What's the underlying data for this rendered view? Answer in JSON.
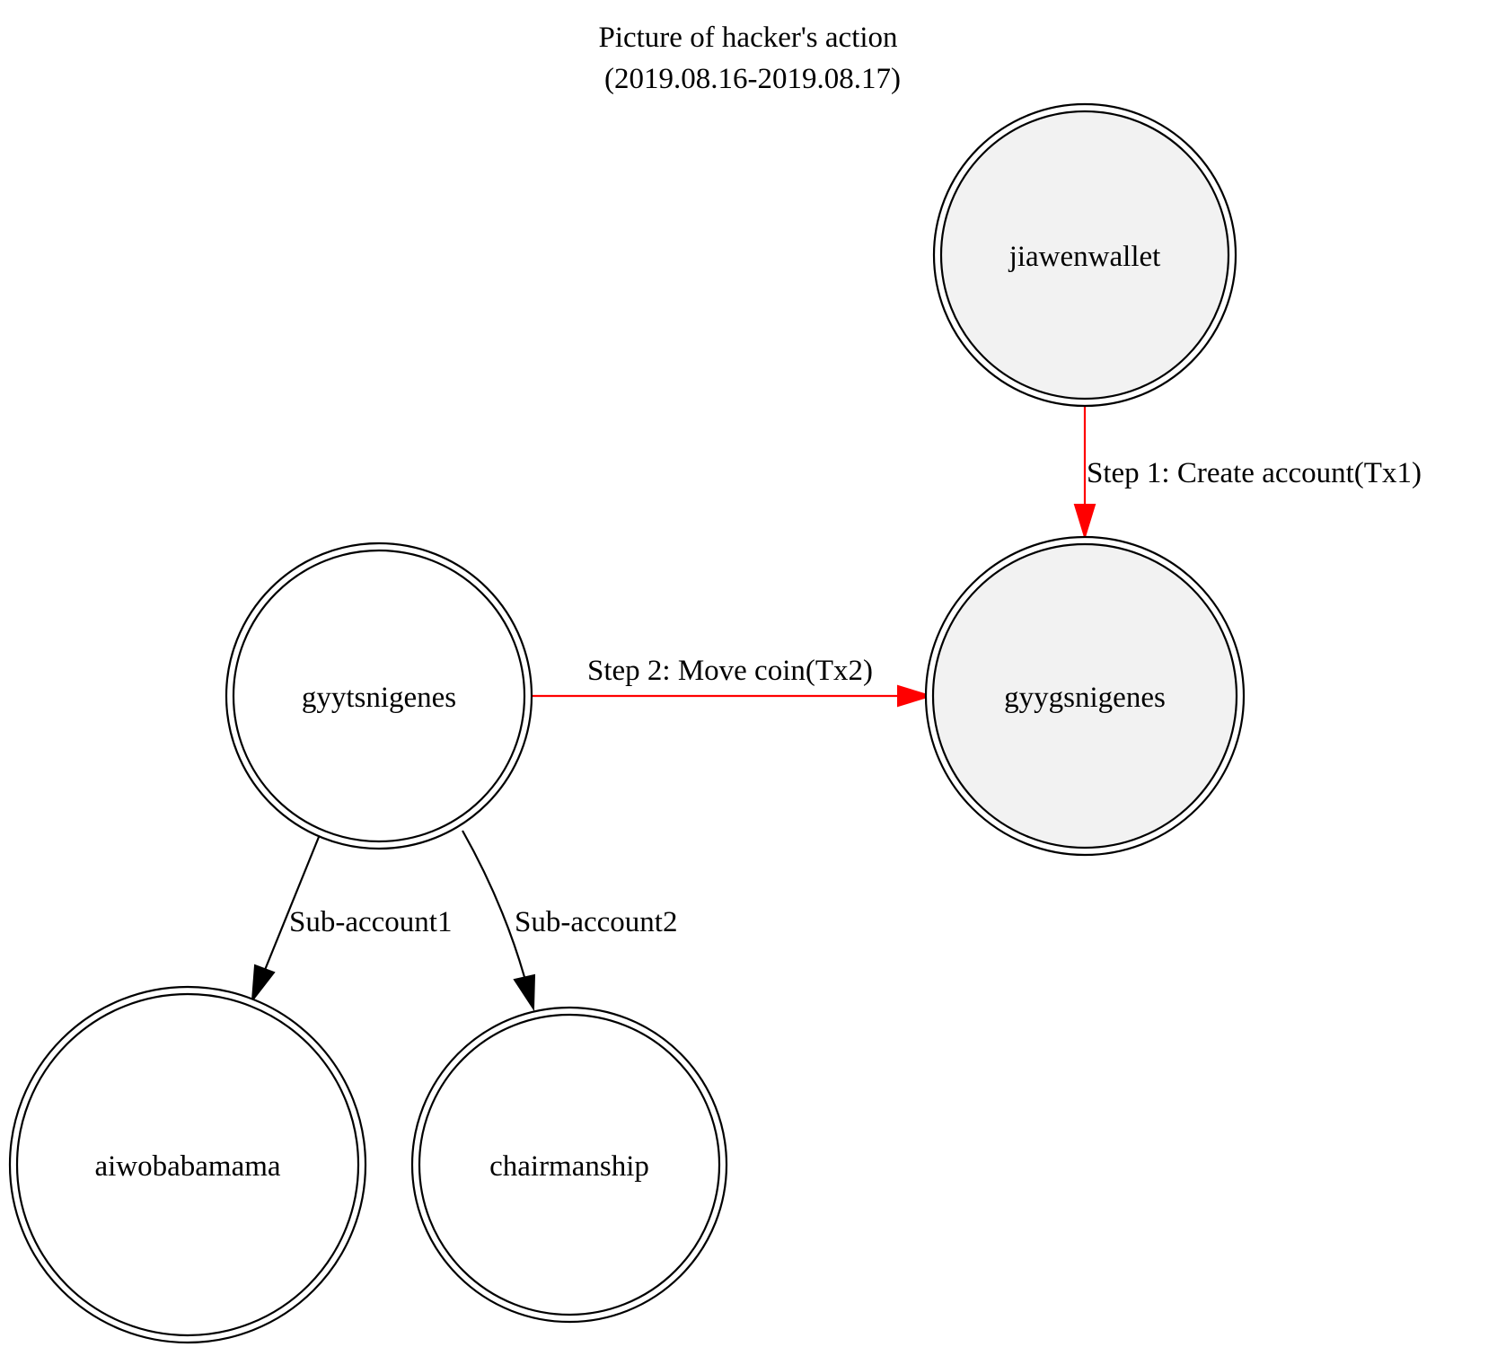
{
  "title": {
    "line1": "Picture of hacker's action",
    "line2": "(2019.08.16-2019.08.17)"
  },
  "colors": {
    "highlight_edge": "#ff0000",
    "normal_edge": "#000000",
    "filled_node": "#f2f2f2",
    "plain_node": "#ffffff"
  },
  "nodes": [
    {
      "id": "jiawenwallet",
      "label": "jiawenwallet",
      "filled": true
    },
    {
      "id": "gyygsnigenes",
      "label": "gyygsnigenes",
      "filled": true
    },
    {
      "id": "gyytsnigenes",
      "label": "gyytsnigenes",
      "filled": false
    },
    {
      "id": "aiwobabamama",
      "label": "aiwobabamama",
      "filled": false
    },
    {
      "id": "chairmanship",
      "label": "chairmanship",
      "filled": false
    }
  ],
  "edges": [
    {
      "from": "jiawenwallet",
      "to": "gyygsnigenes",
      "label": "Step 1: Create account(Tx1)",
      "highlight": true
    },
    {
      "from": "gyytsnigenes",
      "to": "gyygsnigenes",
      "label": "Step 2: Move coin(Tx2)",
      "highlight": true
    },
    {
      "from": "gyytsnigenes",
      "to": "aiwobabamama",
      "label": "Sub-account1",
      "highlight": false
    },
    {
      "from": "gyytsnigenes",
      "to": "chairmanship",
      "label": "Sub-account2",
      "highlight": false
    }
  ]
}
